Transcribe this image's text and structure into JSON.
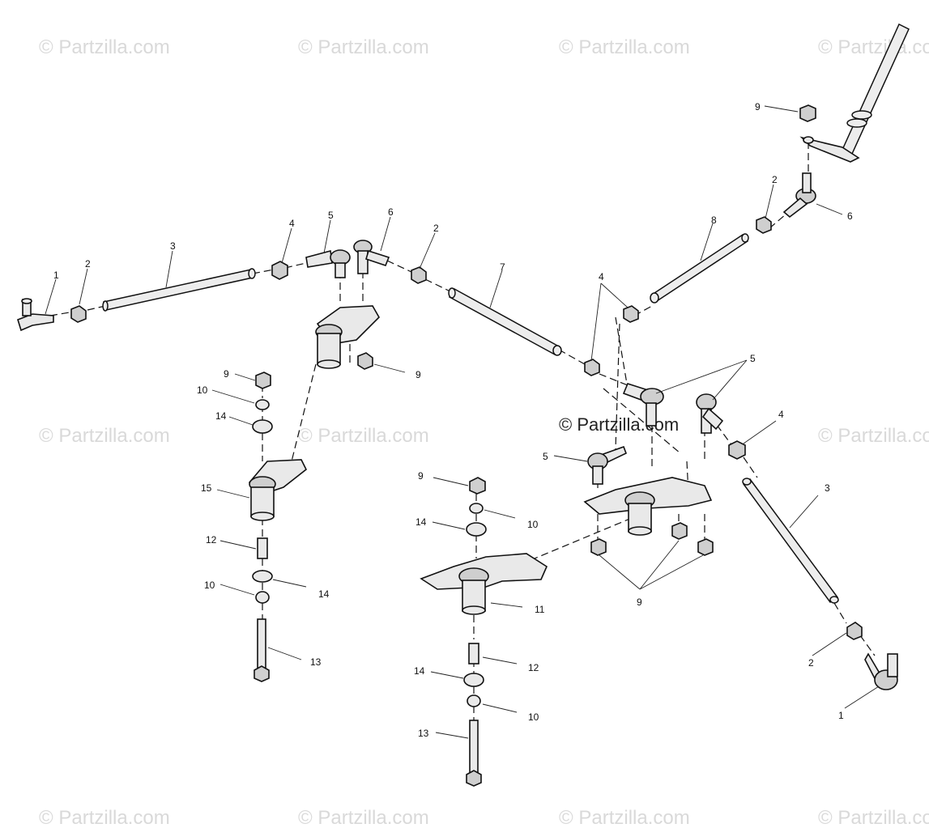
{
  "watermark": {
    "text": "© Partzilla.com",
    "center_text": "© Partzilla.com"
  },
  "callouts": {
    "tie_rod_end_left": "1",
    "nut_2_left": "2",
    "rod_3_left": "3",
    "nut_4_top": "4",
    "rod_end_5_top": "5",
    "rod_end_6_top": "6",
    "nut_2_mid": "2",
    "rod_7": "7",
    "nut_4_mid": "4",
    "rod_8": "8",
    "nut_9_top_right": "9",
    "nut_2_top_right": "2",
    "rod_end_6_right": "6",
    "nut_9_mid": "9",
    "nut_9_left": "9",
    "washer_10_left": "10",
    "washer_14_left_top": "14",
    "arm_15": "15",
    "bushing_12_left": "12",
    "washer_10_left_low": "10",
    "washer_14_left_low": "14",
    "bolt_13_left": "13",
    "rod_end_5_right": "5",
    "nut_4_right": "4",
    "rod_end_5_center": "5",
    "rod_3_right": "3",
    "nut_9_center": "9",
    "washer_10_center": "10",
    "washer_14_center": "14",
    "arm_11": "11",
    "nuts_9_group": "9",
    "bushing_12_center": "12",
    "washer_14_center_low": "14",
    "washer_10_center_low": "10",
    "bolt_13_center": "13",
    "nut_2_right_low": "2",
    "tie_rod_end_right": "1"
  }
}
